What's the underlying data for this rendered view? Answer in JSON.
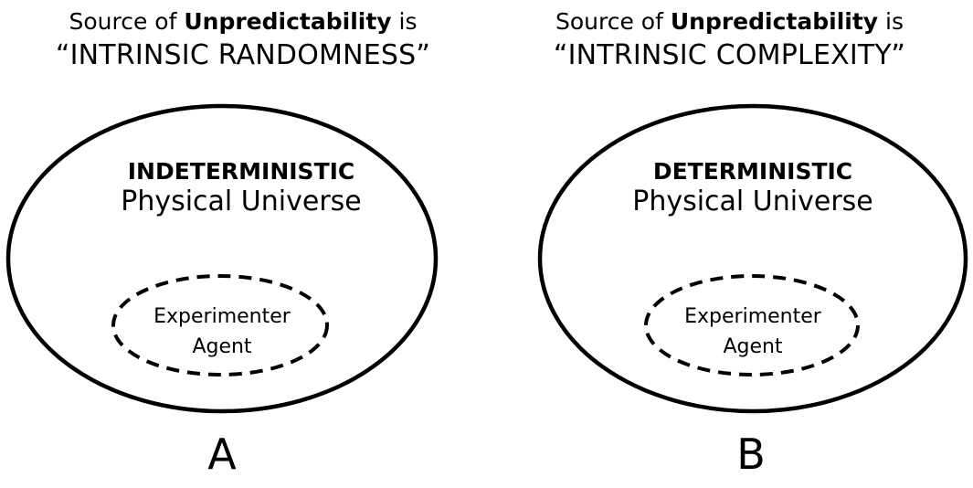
{
  "panels": [
    {
      "id": "A",
      "source_prefix": "Source of ",
      "source_emphasis": "Unpredictability",
      "source_suffix": " is",
      "source_value": "“INTRINSIC RANDOMNESS”",
      "universe_kind": "INDETERMINISTIC",
      "universe_name": "Physical Universe",
      "agent_line1": "Experimenter",
      "agent_line2": "Agent",
      "letter": "A"
    },
    {
      "id": "B",
      "source_prefix": "Source of ",
      "source_emphasis": "Unpredictability",
      "source_suffix": " is",
      "source_value": "“INTRINSIC COMPLEXITY”",
      "universe_kind": "DETERMINISTIC",
      "universe_name": "Physical Universe",
      "agent_line1": "Experimenter",
      "agent_line2": "Agent",
      "letter": "B"
    }
  ]
}
